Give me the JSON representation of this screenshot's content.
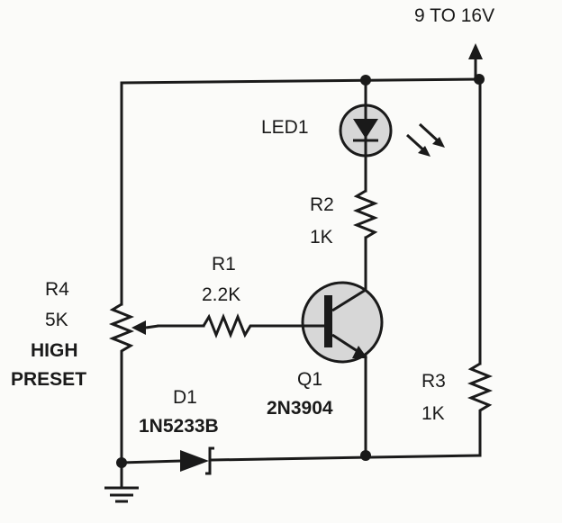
{
  "supply": {
    "label": "9 TO 16V"
  },
  "led1": {
    "ref": "LED1"
  },
  "r2": {
    "ref": "R2",
    "value": "1K"
  },
  "r1": {
    "ref": "R1",
    "value": "2.2K"
  },
  "r4": {
    "ref": "R4",
    "value": "5K",
    "desc_line1": "HIGH",
    "desc_line2": "PRESET"
  },
  "q1": {
    "ref": "Q1",
    "part": "2N3904"
  },
  "d1": {
    "ref": "D1",
    "part": "1N5233B"
  },
  "r3": {
    "ref": "R3",
    "value": "1K"
  },
  "colors": {
    "ink": "#1a1a1a",
    "paper": "#fbfbf9",
    "led_fill": "#d7d7d7",
    "transistor_fill": "#d7d7d7"
  }
}
